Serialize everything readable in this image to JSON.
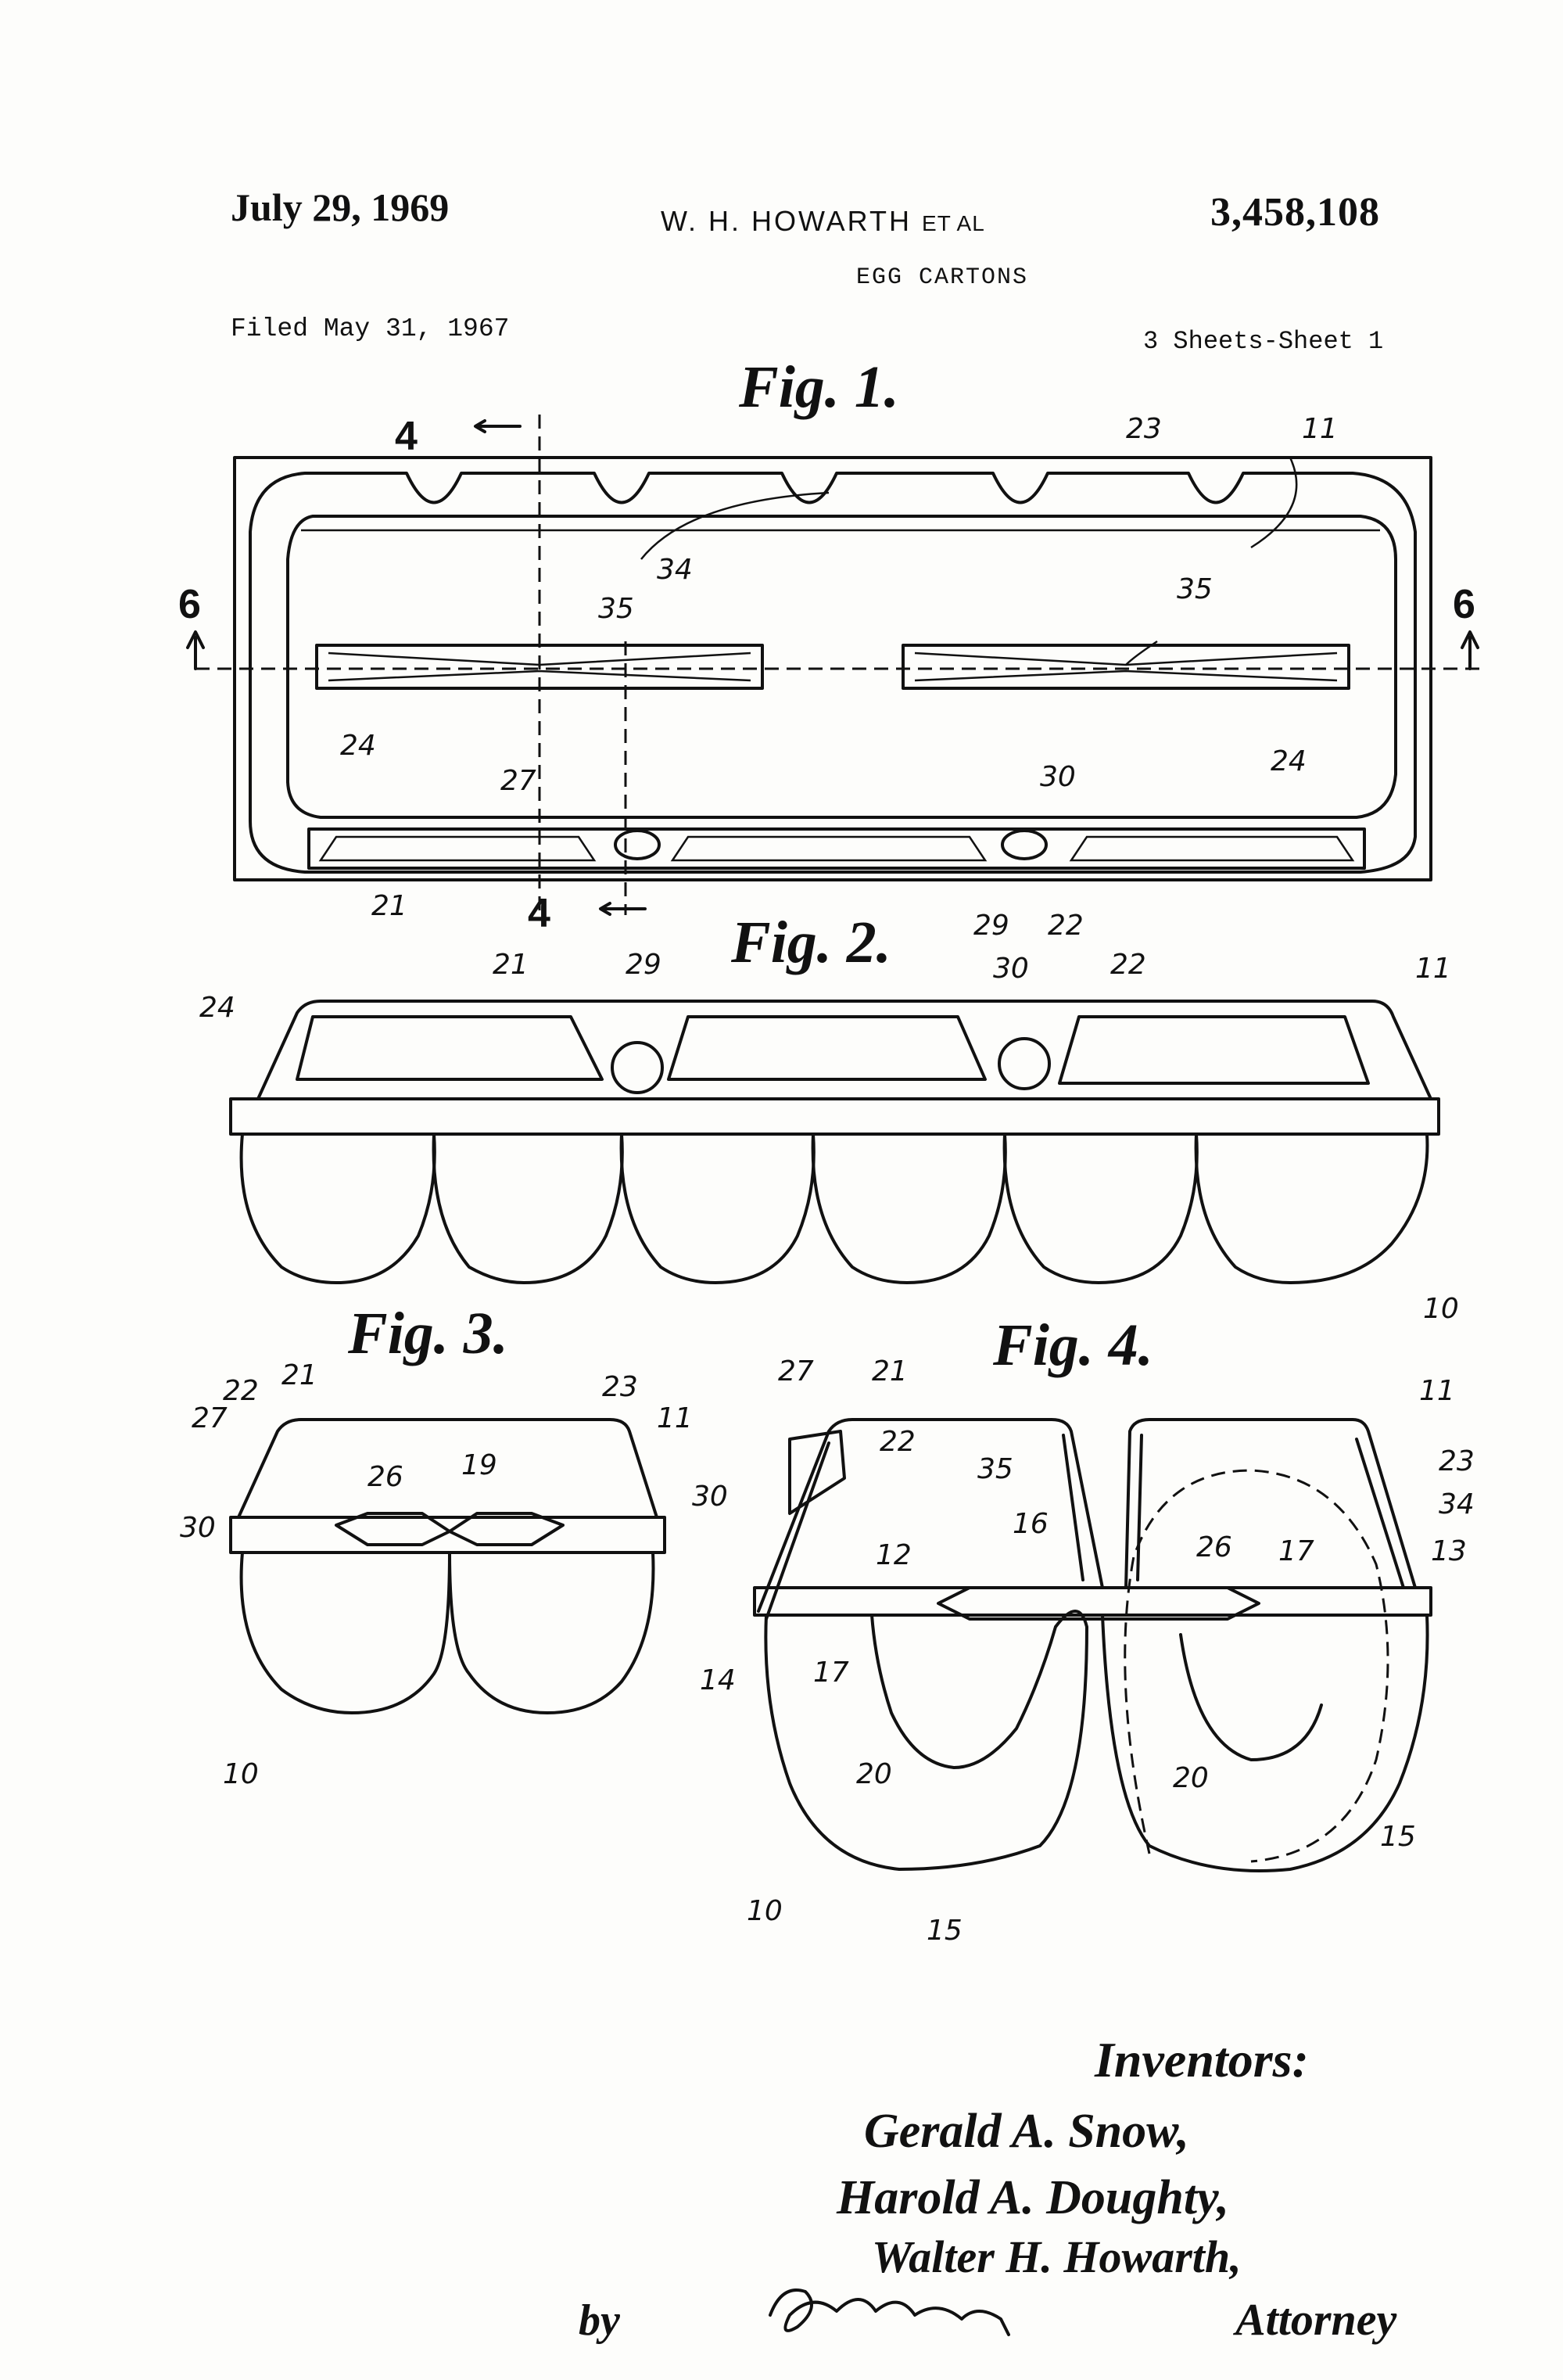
{
  "header": {
    "date": "July 29, 1969",
    "inventor": "W. H. HOWARTH",
    "et_al": "ET AL",
    "patent_number": "3,458,108",
    "title": "EGG CARTONS",
    "filed": "Filed May 31, 1967",
    "sheet": "3 Sheets-Sheet 1"
  },
  "figures": {
    "fig1": "Fig. 1.",
    "fig2": "Fig. 2.",
    "fig3": "Fig. 3.",
    "fig4": "Fig. 4."
  },
  "section_marks": {
    "s4": "4",
    "s6": "6"
  },
  "ref_labels": {
    "fig1": [
      "23",
      "11",
      "34",
      "35",
      "35",
      "24",
      "24",
      "27",
      "30",
      "21",
      "29",
      "22"
    ],
    "fig2": [
      "24",
      "21",
      "29",
      "30",
      "22",
      "11",
      "10"
    ],
    "fig3": [
      "22",
      "21",
      "23",
      "11",
      "27",
      "26",
      "19",
      "30",
      "10"
    ],
    "fig4": [
      "27",
      "21",
      "22",
      "11",
      "23",
      "35",
      "34",
      "30",
      "16",
      "26",
      "17",
      "13",
      "12",
      "14",
      "17",
      "20",
      "20",
      "15",
      "10",
      "15"
    ]
  },
  "inventors": {
    "heading": "Inventors:",
    "names": [
      "Gerald A. Snow,",
      "Harold A. Doughty,",
      "Walter H. Howarth,"
    ],
    "by": "by",
    "attorney": "Attorney"
  }
}
